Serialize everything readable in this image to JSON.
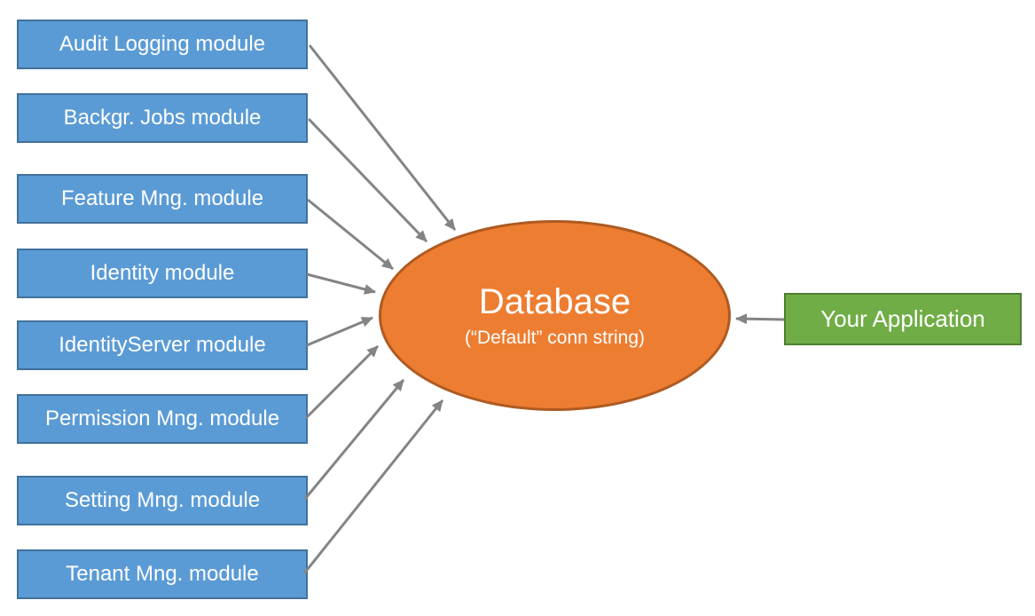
{
  "diagram": {
    "modules": [
      {
        "label": "Audit Logging module"
      },
      {
        "label": "Backgr. Jobs module"
      },
      {
        "label": "Feature Mng. module"
      },
      {
        "label": "Identity module"
      },
      {
        "label": "IdentityServer module"
      },
      {
        "label": "Permission Mng. module"
      },
      {
        "label": "Setting Mng. module"
      },
      {
        "label": "Tenant Mng. module"
      }
    ],
    "database": {
      "title": "Database",
      "subtitle": "(“Default” conn string)"
    },
    "application": {
      "label": "Your Application"
    },
    "colors": {
      "module_fill": "#5B9BD5",
      "module_border": "#41719C",
      "database_fill": "#ED7D31",
      "database_border": "#AE5A21",
      "application_fill": "#70AD47",
      "application_border": "#507E32",
      "arrow": "#848484",
      "text": "#FFFFFF"
    }
  }
}
